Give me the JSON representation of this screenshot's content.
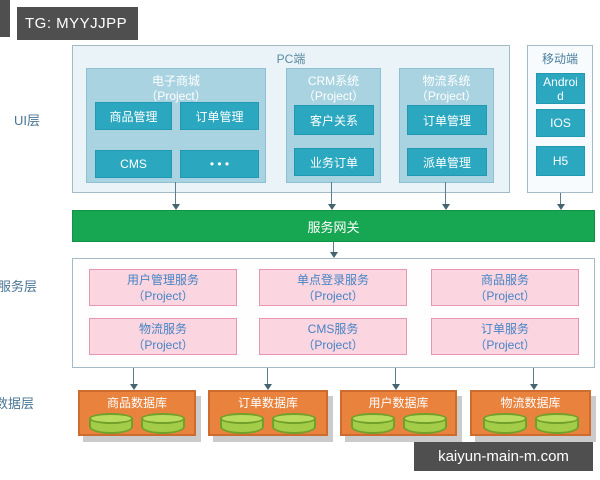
{
  "watermarks": {
    "tg": "TG: MYYJJPP",
    "site": "kaiyun-main-m.com"
  },
  "layers": {
    "ui_label": "UI层",
    "service_label": "服务层",
    "data_label": "数据层"
  },
  "ui_layer": {
    "pc": {
      "title": "PC端",
      "systems": [
        {
          "name": "电子商城",
          "subtitle": "（Project）",
          "modules": [
            "商品管理",
            "订单管理",
            "CMS",
            "• • •"
          ]
        },
        {
          "name": "CRM系统",
          "subtitle": "（Project）",
          "modules": [
            "客户关系",
            "业务订单"
          ]
        },
        {
          "name": "物流系统",
          "subtitle": "（Project）",
          "modules": [
            "订单管理",
            "派单管理"
          ]
        }
      ]
    },
    "mobile": {
      "title": "移动端",
      "modules": [
        "Android",
        "IOS",
        "H5"
      ]
    }
  },
  "gateway": {
    "label": "服务网关"
  },
  "service_layer": {
    "services": [
      {
        "name": "用户管理服务",
        "subtitle": "（Project）"
      },
      {
        "name": "单点登录服务",
        "subtitle": "（Project）"
      },
      {
        "name": "商品服务",
        "subtitle": "（Project）"
      },
      {
        "name": "物流服务",
        "subtitle": "（Project）"
      },
      {
        "name": "CMS服务",
        "subtitle": "（Project）"
      },
      {
        "name": "订单服务",
        "subtitle": "（Project）"
      }
    ]
  },
  "data_layer": {
    "databases": [
      "商品数据库",
      "订单数据库",
      "用户数据库",
      "物流数据库"
    ]
  },
  "colors": {
    "teal_button": "#2ba7c0",
    "light_blue_panel": "#a9d3e1",
    "pc_panel_bg": "#eaf3f7",
    "gateway_green": "#17a752",
    "service_pink": "#fbd6e0",
    "service_text_blue": "#4583c4",
    "database_orange": "#e8823d",
    "cylinder_green": "#a3cd48",
    "watermark_gray": "#4f4f4f"
  }
}
